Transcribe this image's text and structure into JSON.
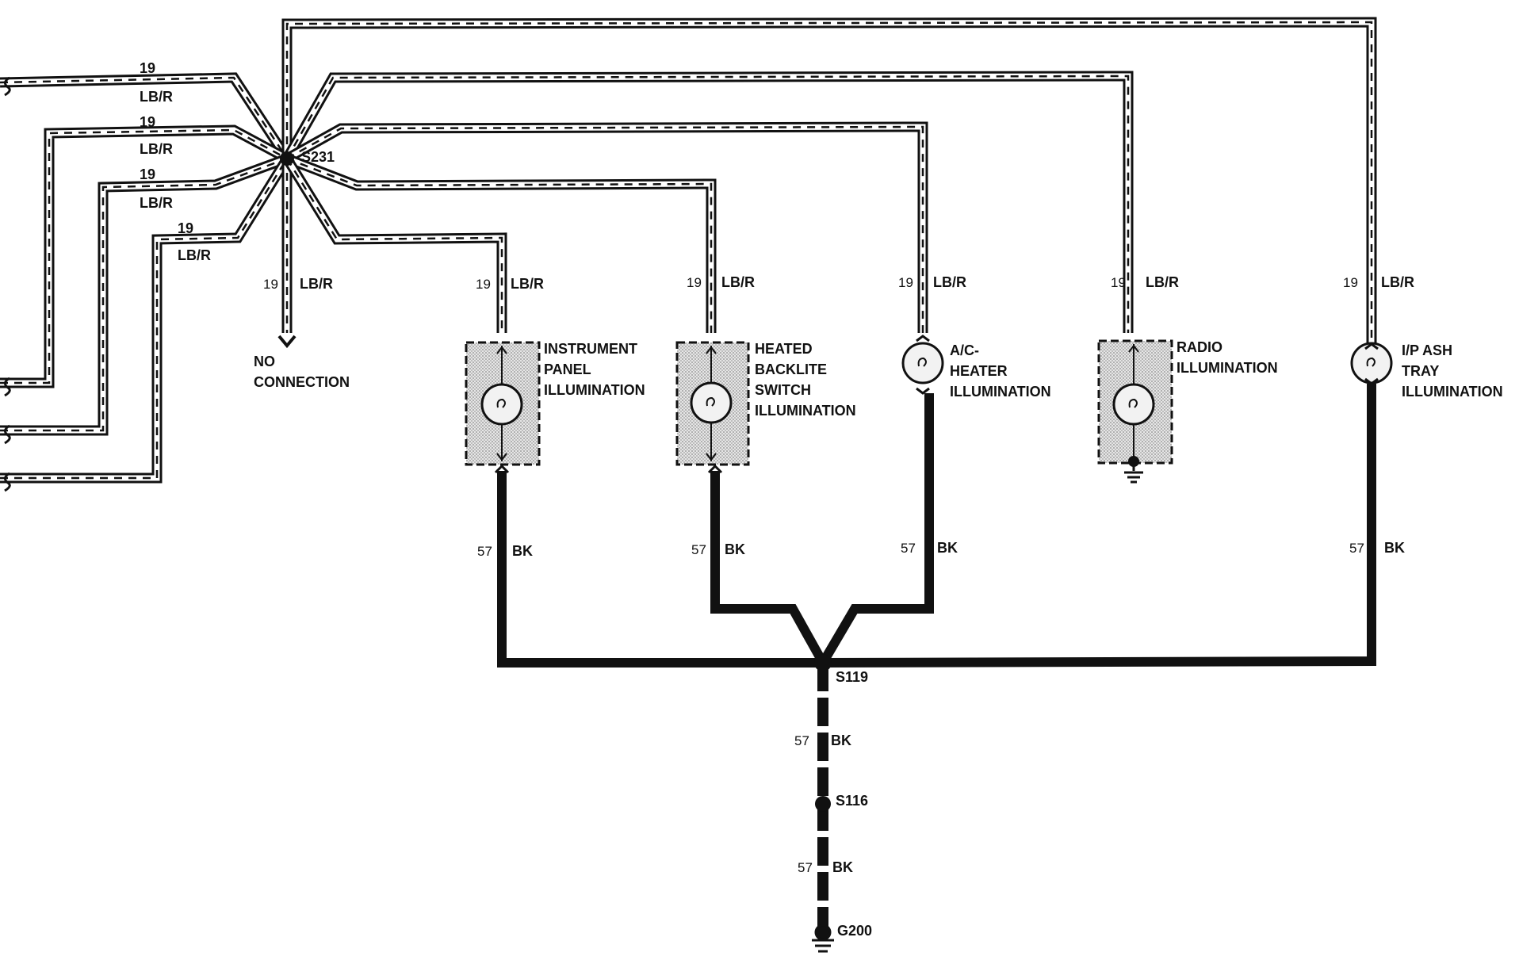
{
  "splices": {
    "s231": "S231",
    "s119": "S119",
    "s116": "S116"
  },
  "ground": "G200",
  "wires": {
    "lbr": {
      "number": "19",
      "color": "LB/R"
    },
    "bk": {
      "number": "57",
      "color": "BK"
    }
  },
  "no_connection": [
    "NO",
    "CONNECTION"
  ],
  "components": {
    "instrument_panel": [
      "INSTRUMENT",
      "PANEL",
      "ILLUMINATION"
    ],
    "heated_backlite": [
      "HEATED",
      "BACKLITE",
      "SWITCH",
      "ILLUMINATION"
    ],
    "ac_heater": [
      "A/C-",
      "HEATER",
      "ILLUMINATION"
    ],
    "radio": [
      "RADIO",
      "ILLUMINATION"
    ],
    "ash_tray": [
      "I/P ASH",
      "TRAY",
      "ILLUMINATION"
    ]
  },
  "colors": {
    "ink": "#111111",
    "shade": "#d9d9d9"
  }
}
